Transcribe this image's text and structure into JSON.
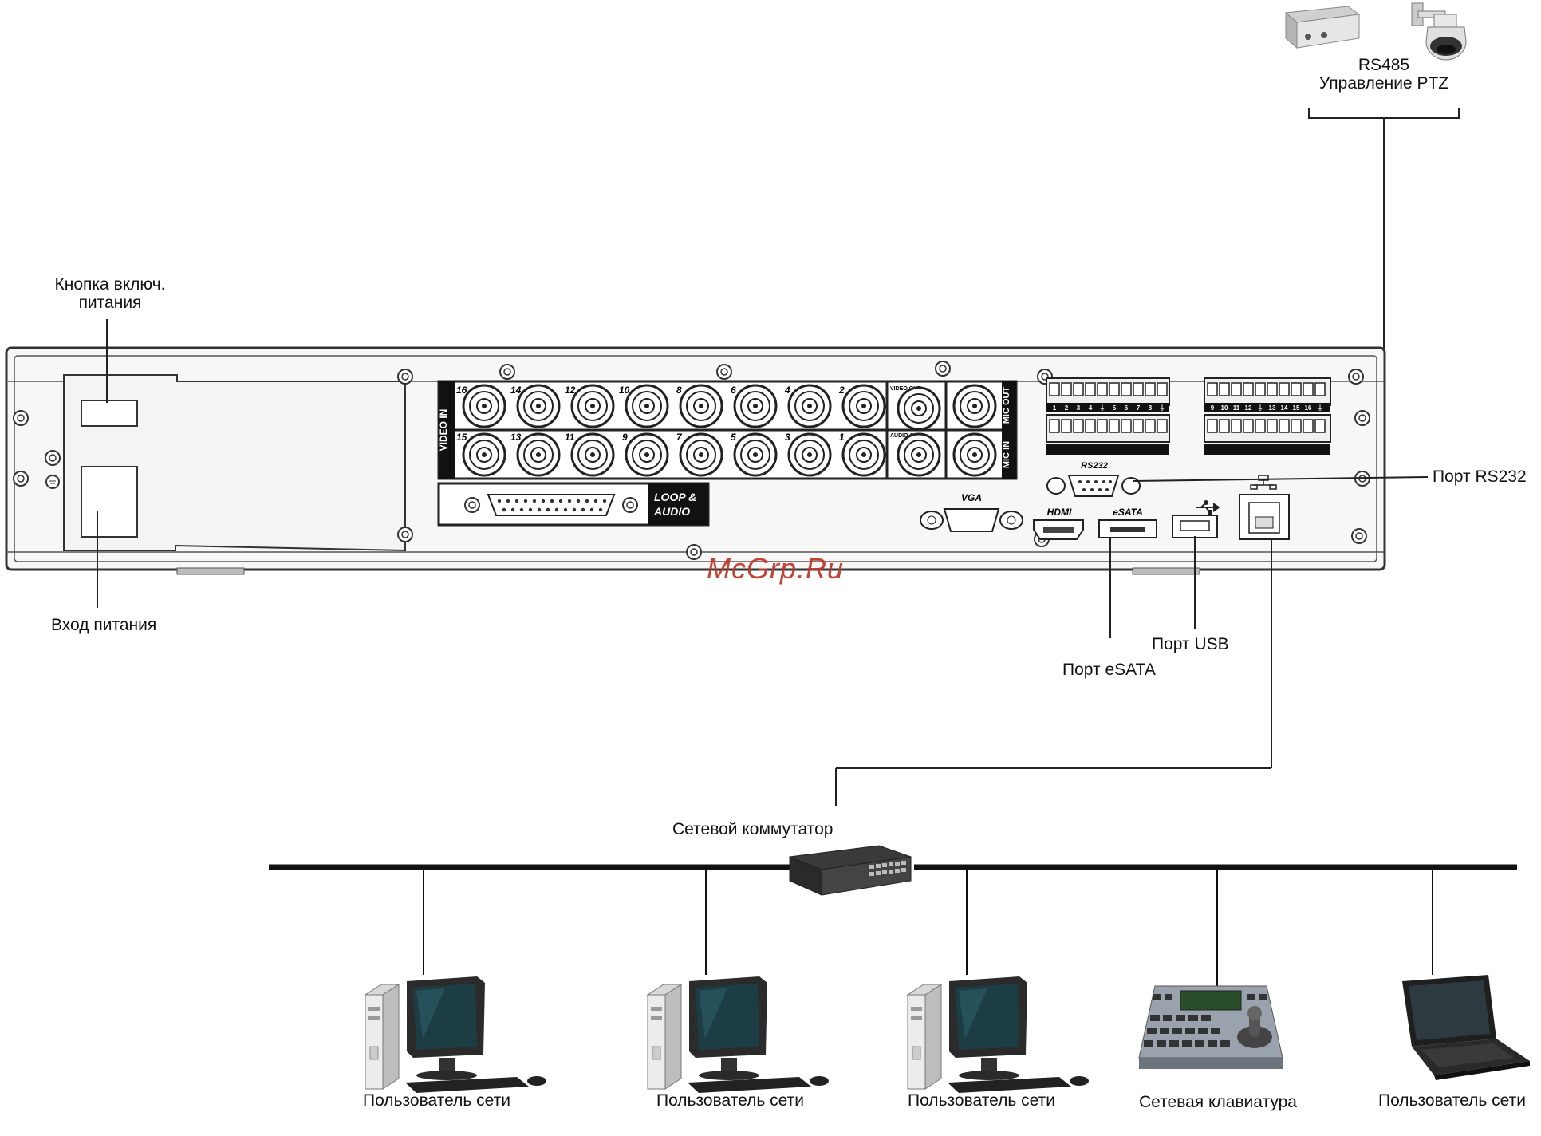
{
  "labels": {
    "rs485": "RS485",
    "ptz": "Управление PTZ",
    "power_button_line1": "Кнопка включ.",
    "power_button_line2": "питания",
    "power_input": "Вход питания",
    "rs232_port": "Порт RS232",
    "usb_port": "Порт USB",
    "esata_port": "Порт eSATA",
    "network_switch": "Сетевой коммутатор",
    "network_user": "Пользователь сети",
    "network_keyboard": "Сетевая клавиатура"
  },
  "panel": {
    "video_in": "VIDEO IN",
    "video_out": "VIDEO OUT",
    "audio_out": "AUDIO OUT",
    "mic_out": "MIC OUT",
    "mic_in": "MIC IN",
    "loop_audio_line1": "LOOP &",
    "loop_audio_line2": "AUDIO",
    "vga": "VGA",
    "rs232": "RS232",
    "hdmi": "HDMI",
    "esata": "eSATA",
    "top_row_channels": [
      "16",
      "14",
      "12",
      "10",
      "8",
      "6",
      "4",
      "2"
    ],
    "bottom_row_channels": [
      "15",
      "13",
      "11",
      "9",
      "7",
      "5",
      "3",
      "1"
    ],
    "terminal_left_top": [
      "1",
      "2",
      "3",
      "4",
      "⏚",
      "5",
      "6",
      "7",
      "8",
      "⏚"
    ],
    "terminal_right_top": [
      "9",
      "10",
      "11",
      "12",
      "⏚",
      "13",
      "14",
      "15",
      "16",
      "⏚"
    ]
  },
  "watermark": "McGrp.Ru",
  "colors": {
    "line": "#111111",
    "panel_fill": "#f7f7f7",
    "watermark": "#c0392b",
    "screen": "#1d3d45"
  },
  "icons": [
    "ptz-dome-camera-icon",
    "decoder-box-icon",
    "network-switch-icon",
    "desktop-pc-icon",
    "ptz-keyboard-icon",
    "laptop-icon",
    "bnc-connector-icon",
    "usb-icon",
    "ethernet-icon"
  ]
}
